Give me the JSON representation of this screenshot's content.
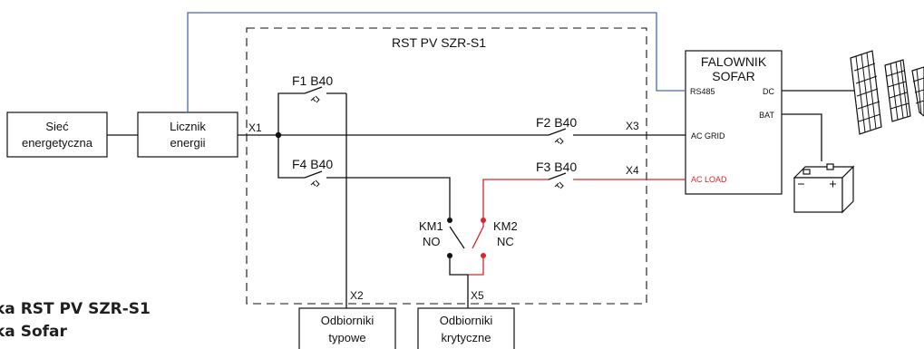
{
  "enclosure": {
    "title": "RST PV SZR-S1"
  },
  "grid": {
    "line1": "Sieć",
    "line2": "energetyczna"
  },
  "meter": {
    "line1": "Licznik",
    "line2": "energii"
  },
  "inverter": {
    "line1": "FALOWNIK",
    "line2": "SOFAR",
    "ports": {
      "rs485": "RS485",
      "dc": "DC",
      "bat": "BAT",
      "ac_grid": "AC GRID",
      "ac_load": "AC LOAD"
    }
  },
  "terminals": {
    "x1": "X1",
    "x2": "X2",
    "x3": "X3",
    "x4": "X4",
    "x5": "X5"
  },
  "breakers": {
    "f1": "F1 B40",
    "f2": "F2 B40",
    "f3": "F3 B40",
    "f4": "F4 B40"
  },
  "contactors": {
    "km1": {
      "name": "KM1",
      "type": "NO"
    },
    "km2": {
      "name": "KM2",
      "type": "NC"
    }
  },
  "loads": {
    "typical": {
      "line1": "Odbiorniki",
      "line2": "typowe"
    },
    "critical": {
      "line1": "Odbiorniki",
      "line2": "krytyczne"
    }
  },
  "caption": {
    "line1": "ka RST PV SZR-S1",
    "line2": "ka Sofar"
  },
  "icons": [
    "breaker-icon",
    "solar-panel-icon",
    "battery-icon",
    "contact-icon"
  ],
  "colors": {
    "wire": "#111111",
    "critical_path": "#d9252b",
    "communication": "#4a67b5"
  }
}
